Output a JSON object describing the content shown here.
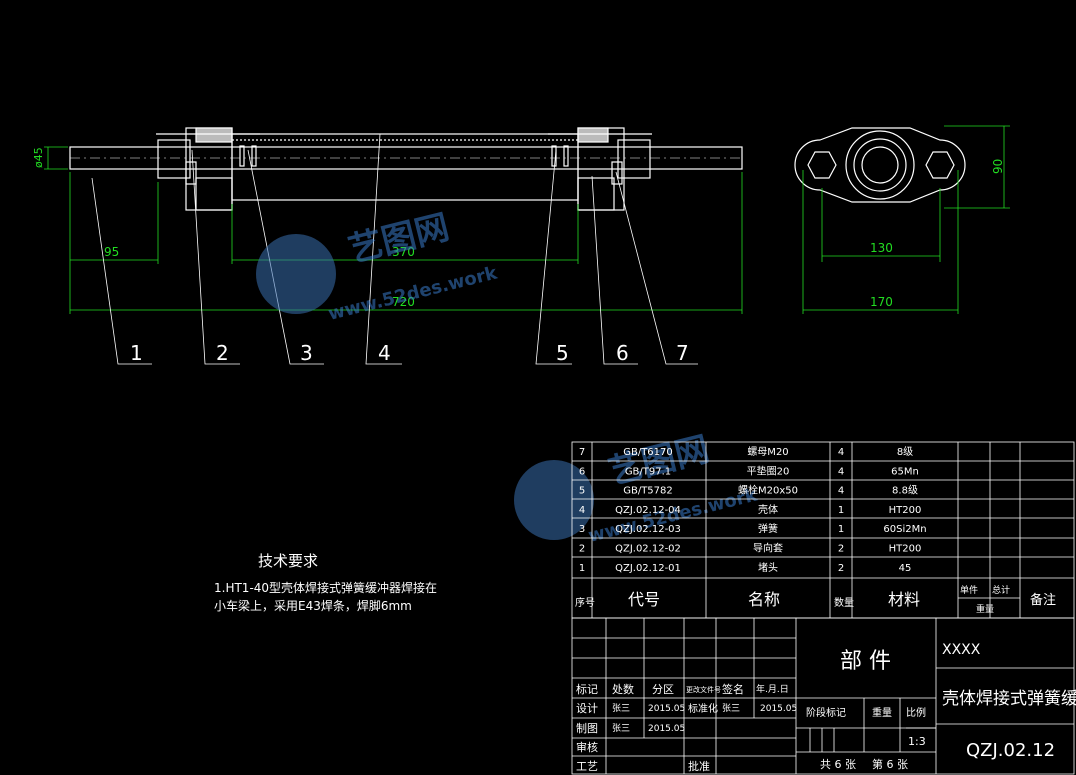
{
  "views": {
    "front": {
      "dims": {
        "diameter": "ø45",
        "d95": "95",
        "d370": "370",
        "d720": "720"
      },
      "balloons": [
        "1",
        "2",
        "3",
        "4",
        "5",
        "6",
        "7"
      ]
    },
    "side": {
      "dims": {
        "d90": "90",
        "d130": "130",
        "d170": "170"
      }
    }
  },
  "watermark": {
    "brand": "艺图网",
    "url": "www.52des.work"
  },
  "tech_requirements": {
    "title": "技术要求",
    "lines": [
      "1.HT1-40型壳体焊接式弹簧缓冲器焊接在",
      "小车梁上，采用E43焊条，焊脚6mm"
    ]
  },
  "parts_list": {
    "rows": [
      {
        "no": "7",
        "code": "GB/T6170",
        "name": "螺母M20",
        "qty": "4",
        "material": "8级"
      },
      {
        "no": "6",
        "code": "GB/T97.1",
        "name": "平垫圈20",
        "qty": "4",
        "material": "65Mn"
      },
      {
        "no": "5",
        "code": "GB/T5782",
        "name": "螺栓M20x50",
        "qty": "4",
        "material": "8.8级"
      },
      {
        "no": "4",
        "code": "QZJ.02.12-04",
        "name": "壳体",
        "qty": "1",
        "material": "HT200"
      },
      {
        "no": "3",
        "code": "QZJ.02.12-03",
        "name": "弹簧",
        "qty": "1",
        "material": "60Si2Mn"
      },
      {
        "no": "2",
        "code": "QZJ.02.12-02",
        "name": "导向套",
        "qty": "2",
        "material": "HT200"
      },
      {
        "no": "1",
        "code": "QZJ.02.12-01",
        "name": "堵头",
        "qty": "2",
        "material": "45"
      }
    ],
    "header": {
      "no": "序号",
      "code": "代号",
      "name": "名称",
      "qty": "数量",
      "material": "材料",
      "unit": "单件",
      "total": "总计",
      "weight": "重量",
      "remark": "备注"
    }
  },
  "title_block": {
    "labels": {
      "mark": "标记",
      "count": "处数",
      "zone": "分区",
      "doc": "更改文件号",
      "sign": "签名",
      "date": "年.月.日",
      "design": "设计",
      "std": "标准化",
      "check": "审核",
      "craft": "工艺",
      "approve": "批准",
      "stage": "阶段标记",
      "weight": "重量",
      "scale_label": "比例",
      "review": "制图"
    },
    "designer": "张三",
    "design_date": "2015.05",
    "std_sign": "张三",
    "std_date": "2015.05",
    "review_sign": "张三",
    "review_date": "2015.05",
    "category": "部  件",
    "company": "XXXX",
    "drawing_name": "壳体焊接式弹簧缓冲器",
    "drawing_no": "QZJ.02.12",
    "scale": "1:3",
    "sheets": "共 6 张",
    "sheet": "第 6 张"
  }
}
